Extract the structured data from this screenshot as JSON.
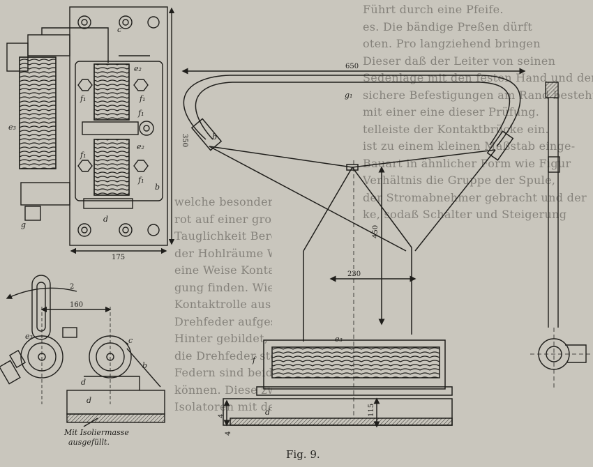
{
  "figure": {
    "caption": "Fig. 9.",
    "top_view": {
      "labels": {
        "c": "c",
        "e2": "e₂",
        "e3": "e₃",
        "f1_a": "f₁",
        "f1_b": "f₁",
        "f1_c": "f₁",
        "f1_d": "f₁",
        "e2_b": "e₂",
        "f_right": "f₁",
        "b": "b",
        "d": "d",
        "g": "g"
      },
      "dim_width": "175",
      "dim_height": "350"
    },
    "bow_view": {
      "labels": {
        "g1": "g₁",
        "b2": "b",
        "e3": "e₃",
        "f": "f",
        "d": "d"
      },
      "dim_width": "650",
      "dim_height": "450",
      "dim_offset": "230",
      "dim_base": "115",
      "dim_plate": "4",
      "dim_leg": "4"
    },
    "side_view": {
      "labels": {
        "c": "c",
        "b": "b",
        "e3": "e₃",
        "d": "d",
        "d2": "d"
      },
      "dim_distance": "160",
      "dim_arrow_angle": "2",
      "note_line1": "Mit Isoliermasse",
      "note_line2": "ausgefüllt."
    }
  },
  "background_text": {
    "top_lines": [
      "Führt durch eine Pfeife.",
      "es. Die bändige Preßen dürft",
      "oten. Pro langziehend bringen",
      "Dieser daß der Leiter von seinen",
      "Sedenlage mit den festen Hand und den",
      "sichere Befestigungen am Rand besteht,",
      "mit einer eine dieser Prüfung.",
      "telleiste der Kontaktbrücke ein.",
      "ist zu einem kleinen Maßstab einge-",
      "Bauart in ähnlicher Form wie Figur",
      "Verhältnis die Gruppe der Spule,",
      "der Stromabnehmer gebracht und der",
      "ke, sodaß Schalter und Steigerung"
    ],
    "bottom_lines": [
      "welche besonders bei",
      "rot auf einer großen Durchfüh-",
      "Tauglichkeit Bergwerke und",
      "der Hohlräume Wasserfall. Die",
      "eine Weise Kontaktsicherung im",
      "gung finden. Wie Figur zeigt",
      "Kontaktrolle aus einem leitenden",
      "Drehfeder aufgestellt, mit der",
      "Hinter gebildet, deren Federung",
      "die Drehfeder stellen, die",
      "Federn sind beide",
      "",
      "",
      "können. Diese zweite Anordnung",
      "Isolatoren mit der Schutzhülle"
    ]
  }
}
